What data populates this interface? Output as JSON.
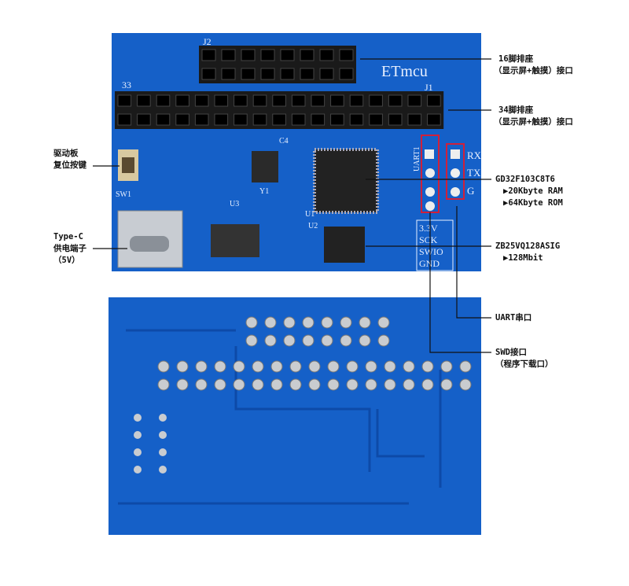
{
  "colors": {
    "board": "#1560c8",
    "board_dark": "#0d4aa8",
    "header": "#1a1a1a",
    "chip": "#222222",
    "callout": "#111111",
    "highlight": "#d0203a"
  },
  "silkscreen": {
    "j2": "J2",
    "j1": "J1",
    "pin33": "33",
    "brand": "ETmcu",
    "uart1": "UART1",
    "rx": "RX",
    "tx": "TX",
    "g": "G",
    "v33": "3.3V",
    "sck": "SCK",
    "swio": "SWIO",
    "gnd": "GND",
    "u1": "U1",
    "u2": "U2",
    "u3": "U3",
    "sw1": "SW1",
    "y1": "Y1",
    "c4": "C4"
  },
  "callouts": {
    "header16": {
      "line1": "16脚排座",
      "line2": "（显示屏+触摸）接口"
    },
    "header34": {
      "line1": "34脚排座",
      "line2": "（显示屏+触摸）接口"
    },
    "mcu": {
      "line1": "GD32F103C8T6",
      "line2": "▶20Kbyte RAM",
      "line3": "▶64Kbyte ROM"
    },
    "flash": {
      "line1": "ZB25VQ128ASIG",
      "line2": "▶128Mbit"
    },
    "uart": {
      "line1": "UART串口"
    },
    "swd": {
      "line1": "SWD接口",
      "line2": "（程序下载口）"
    },
    "reset": {
      "line1": "驱动板",
      "line2": "复位按键"
    },
    "typec": {
      "line1": "Type-C",
      "line2": "供电端子",
      "line3": "（5V）"
    }
  }
}
